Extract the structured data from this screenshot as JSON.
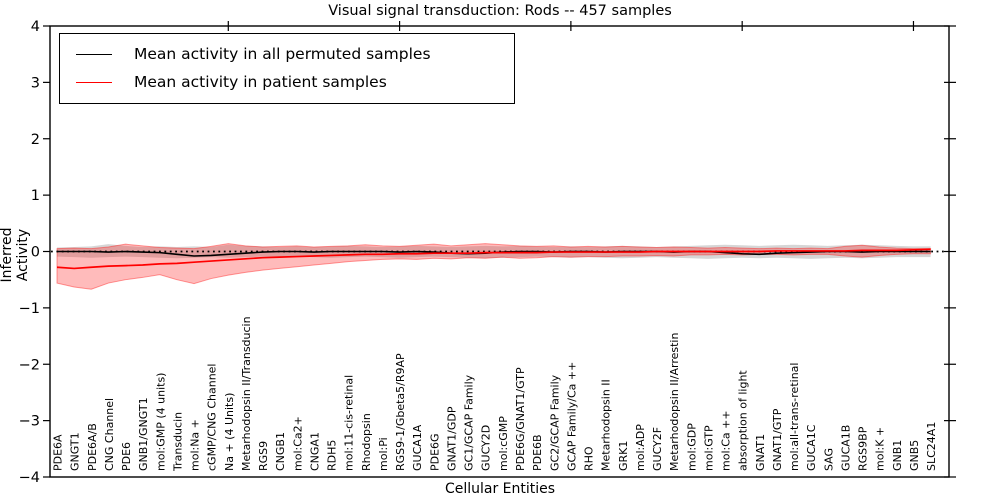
{
  "chart": {
    "title": "Visual signal transduction: Rods -- 457 samples",
    "xlabel": "Cellular Entities",
    "ylabel": "Inferred Activity",
    "legend": {
      "permuted_label": "Mean activity in all permuted samples",
      "patient_label": "Mean activity in patient samples"
    },
    "colors": {
      "permuted_line": "#000000",
      "patient_line": "#ff0000",
      "permuted_band": "#828282",
      "patient_band": "#ff1e1e",
      "zero_line": "#000000",
      "frame": "#000000"
    }
  },
  "chart_data": {
    "type": "line",
    "title": "Visual signal transduction: Rods -- 457 samples",
    "xlabel": "Cellular Entities",
    "ylabel": "Inferred Activity",
    "ylim": [
      -4,
      4
    ],
    "yticks": [
      -4,
      -3,
      -2,
      -1,
      0,
      1,
      2,
      3,
      4
    ],
    "ytick_labels": [
      "−4",
      "−3",
      "−2",
      "−1",
      "0",
      "1",
      "2",
      "3",
      "4"
    ],
    "grid": false,
    "legend_position": "upper left",
    "zero_reference_line": {
      "y": 0,
      "style": "dotted",
      "color": "#000000"
    },
    "categories": [
      "PDE6A",
      "GNGT1",
      "PDE6A/B",
      "CNG Channel",
      "PDE6",
      "GNB1/GNGT1",
      "mol:GMP (4 units)",
      "Transducin",
      "mol:Na +",
      "cGMP/CNG Channel",
      "Na + (4 Units)",
      "Metarhodopsin II/Transducin",
      "RGS9",
      "CNGB1",
      "mol:Ca2+",
      "CNGA1",
      "RDH5",
      "mol:11-cis-retinal",
      "Rhodopsin",
      "mol:Pi",
      "RGS9-1/Gbeta5/R9AP",
      "GUCA1A",
      "PDE6G",
      "GNAT1/GDP",
      "GC1/GCAP Family",
      "GUCY2D",
      "mol:cGMP",
      "PDE6G/GNAT1/GTP",
      "PDE6B",
      "GC2/GCAP Family",
      "GCAP Family/Ca ++",
      "RHO",
      "Metarhodopsin II",
      "GRK1",
      "mol:ADP",
      "GUCY2F",
      "Metarhodopsin II/Arrestin",
      "mol:GDP",
      "mol:GTP",
      "mol:Ca ++",
      "absorption of light",
      "GNAT1",
      "GNAT1/GTP",
      "mol:all-trans-retinal",
      "GUCA1C",
      "SAG",
      "GUCA1B",
      "RGS9BP",
      "mol:K +",
      "GNB1",
      "GNB5",
      "SLC24A1"
    ],
    "series": [
      {
        "name": "Mean activity in all permuted samples",
        "color": "#000000",
        "values": [
          0.0,
          0.0,
          0.0,
          -0.01,
          0.0,
          -0.01,
          -0.02,
          -0.05,
          -0.08,
          -0.07,
          -0.05,
          -0.03,
          -0.01,
          0.0,
          0.0,
          -0.01,
          0.0,
          0.0,
          0.0,
          0.0,
          -0.01,
          0.0,
          -0.01,
          -0.03,
          -0.04,
          -0.03,
          -0.01,
          0.0,
          0.0,
          -0.01,
          0.0,
          0.0,
          -0.01,
          0.0,
          0.0,
          0.0,
          -0.01,
          0.0,
          0.0,
          -0.02,
          -0.04,
          -0.05,
          -0.03,
          -0.02,
          -0.01,
          0.0,
          0.0,
          -0.01,
          0.0,
          0.0,
          0.0,
          0.0
        ]
      },
      {
        "name": "Mean activity in patient samples",
        "color": "#ff0000",
        "values": [
          -0.28,
          -0.3,
          -0.28,
          -0.26,
          -0.25,
          -0.24,
          -0.22,
          -0.21,
          -0.19,
          -0.17,
          -0.15,
          -0.13,
          -0.11,
          -0.1,
          -0.09,
          -0.08,
          -0.07,
          -0.06,
          -0.05,
          -0.05,
          -0.04,
          -0.04,
          -0.03,
          -0.03,
          -0.03,
          -0.02,
          -0.02,
          -0.02,
          -0.02,
          -0.01,
          -0.01,
          -0.01,
          -0.01,
          -0.01,
          -0.01,
          0.0,
          0.0,
          0.0,
          0.0,
          0.0,
          0.0,
          0.0,
          0.01,
          0.01,
          0.01,
          0.01,
          0.01,
          0.02,
          0.02,
          0.02,
          0.03,
          0.04
        ]
      },
      {
        "name": "Permuted samples band upper",
        "color": "#828282",
        "values": [
          0.07,
          0.08,
          0.09,
          0.13,
          0.1,
          0.08,
          0.09,
          0.08,
          0.09,
          0.08,
          0.12,
          0.1,
          0.09,
          0.08,
          0.09,
          0.08,
          0.09,
          0.1,
          0.09,
          0.08,
          0.09,
          0.1,
          0.09,
          0.08,
          0.09,
          0.1,
          0.09,
          0.1,
          0.09,
          0.08,
          0.09,
          0.08,
          0.09,
          0.1,
          0.09,
          0.08,
          0.09,
          0.1,
          0.11,
          0.12,
          0.11,
          0.1,
          0.11,
          0.12,
          0.11,
          0.1,
          0.11,
          0.12,
          0.11,
          0.1,
          0.09,
          0.09
        ]
      },
      {
        "name": "Permuted samples band lower",
        "color": "#828282",
        "values": [
          -0.09,
          -0.1,
          -0.11,
          -0.1,
          -0.09,
          -0.1,
          -0.11,
          -0.12,
          -0.11,
          -0.1,
          -0.11,
          -0.1,
          -0.09,
          -0.1,
          -0.09,
          -0.1,
          -0.11,
          -0.1,
          -0.09,
          -0.1,
          -0.11,
          -0.1,
          -0.09,
          -0.1,
          -0.11,
          -0.12,
          -0.11,
          -0.1,
          -0.09,
          -0.1,
          -0.11,
          -0.1,
          -0.11,
          -0.12,
          -0.11,
          -0.1,
          -0.11,
          -0.12,
          -0.13,
          -0.12,
          -0.11,
          -0.12,
          -0.11,
          -0.12,
          -0.13,
          -0.12,
          -0.11,
          -0.12,
          -0.11,
          -0.1,
          -0.1,
          -0.1
        ]
      },
      {
        "name": "Patient samples band upper",
        "color": "#ff1e1e",
        "values": [
          0.05,
          0.06,
          0.05,
          0.08,
          0.13,
          0.1,
          0.07,
          0.06,
          0.05,
          0.09,
          0.14,
          0.1,
          0.08,
          0.09,
          0.1,
          0.08,
          0.09,
          0.1,
          0.12,
          0.1,
          0.09,
          0.11,
          0.13,
          0.1,
          0.12,
          0.14,
          0.12,
          0.1,
          0.09,
          0.1,
          0.08,
          0.09,
          0.08,
          0.09,
          0.08,
          0.07,
          0.08,
          0.07,
          0.06,
          0.07,
          0.06,
          0.05,
          0.06,
          0.05,
          0.06,
          0.05,
          0.09,
          0.11,
          0.08,
          0.06,
          0.05,
          0.05
        ]
      },
      {
        "name": "Patient samples band lower",
        "color": "#ff1e1e",
        "values": [
          -0.56,
          -0.63,
          -0.67,
          -0.56,
          -0.5,
          -0.46,
          -0.41,
          -0.5,
          -0.57,
          -0.48,
          -0.42,
          -0.37,
          -0.33,
          -0.3,
          -0.27,
          -0.24,
          -0.21,
          -0.18,
          -0.16,
          -0.14,
          -0.13,
          -0.14,
          -0.12,
          -0.13,
          -0.11,
          -0.12,
          -0.1,
          -0.12,
          -0.11,
          -0.09,
          -0.1,
          -0.09,
          -0.09,
          -0.08,
          -0.08,
          -0.07,
          -0.08,
          -0.06,
          -0.06,
          -0.05,
          -0.06,
          -0.05,
          -0.05,
          -0.06,
          -0.05,
          -0.05,
          -0.08,
          -0.1,
          -0.07,
          -0.05,
          -0.04,
          -0.04
        ]
      }
    ]
  }
}
